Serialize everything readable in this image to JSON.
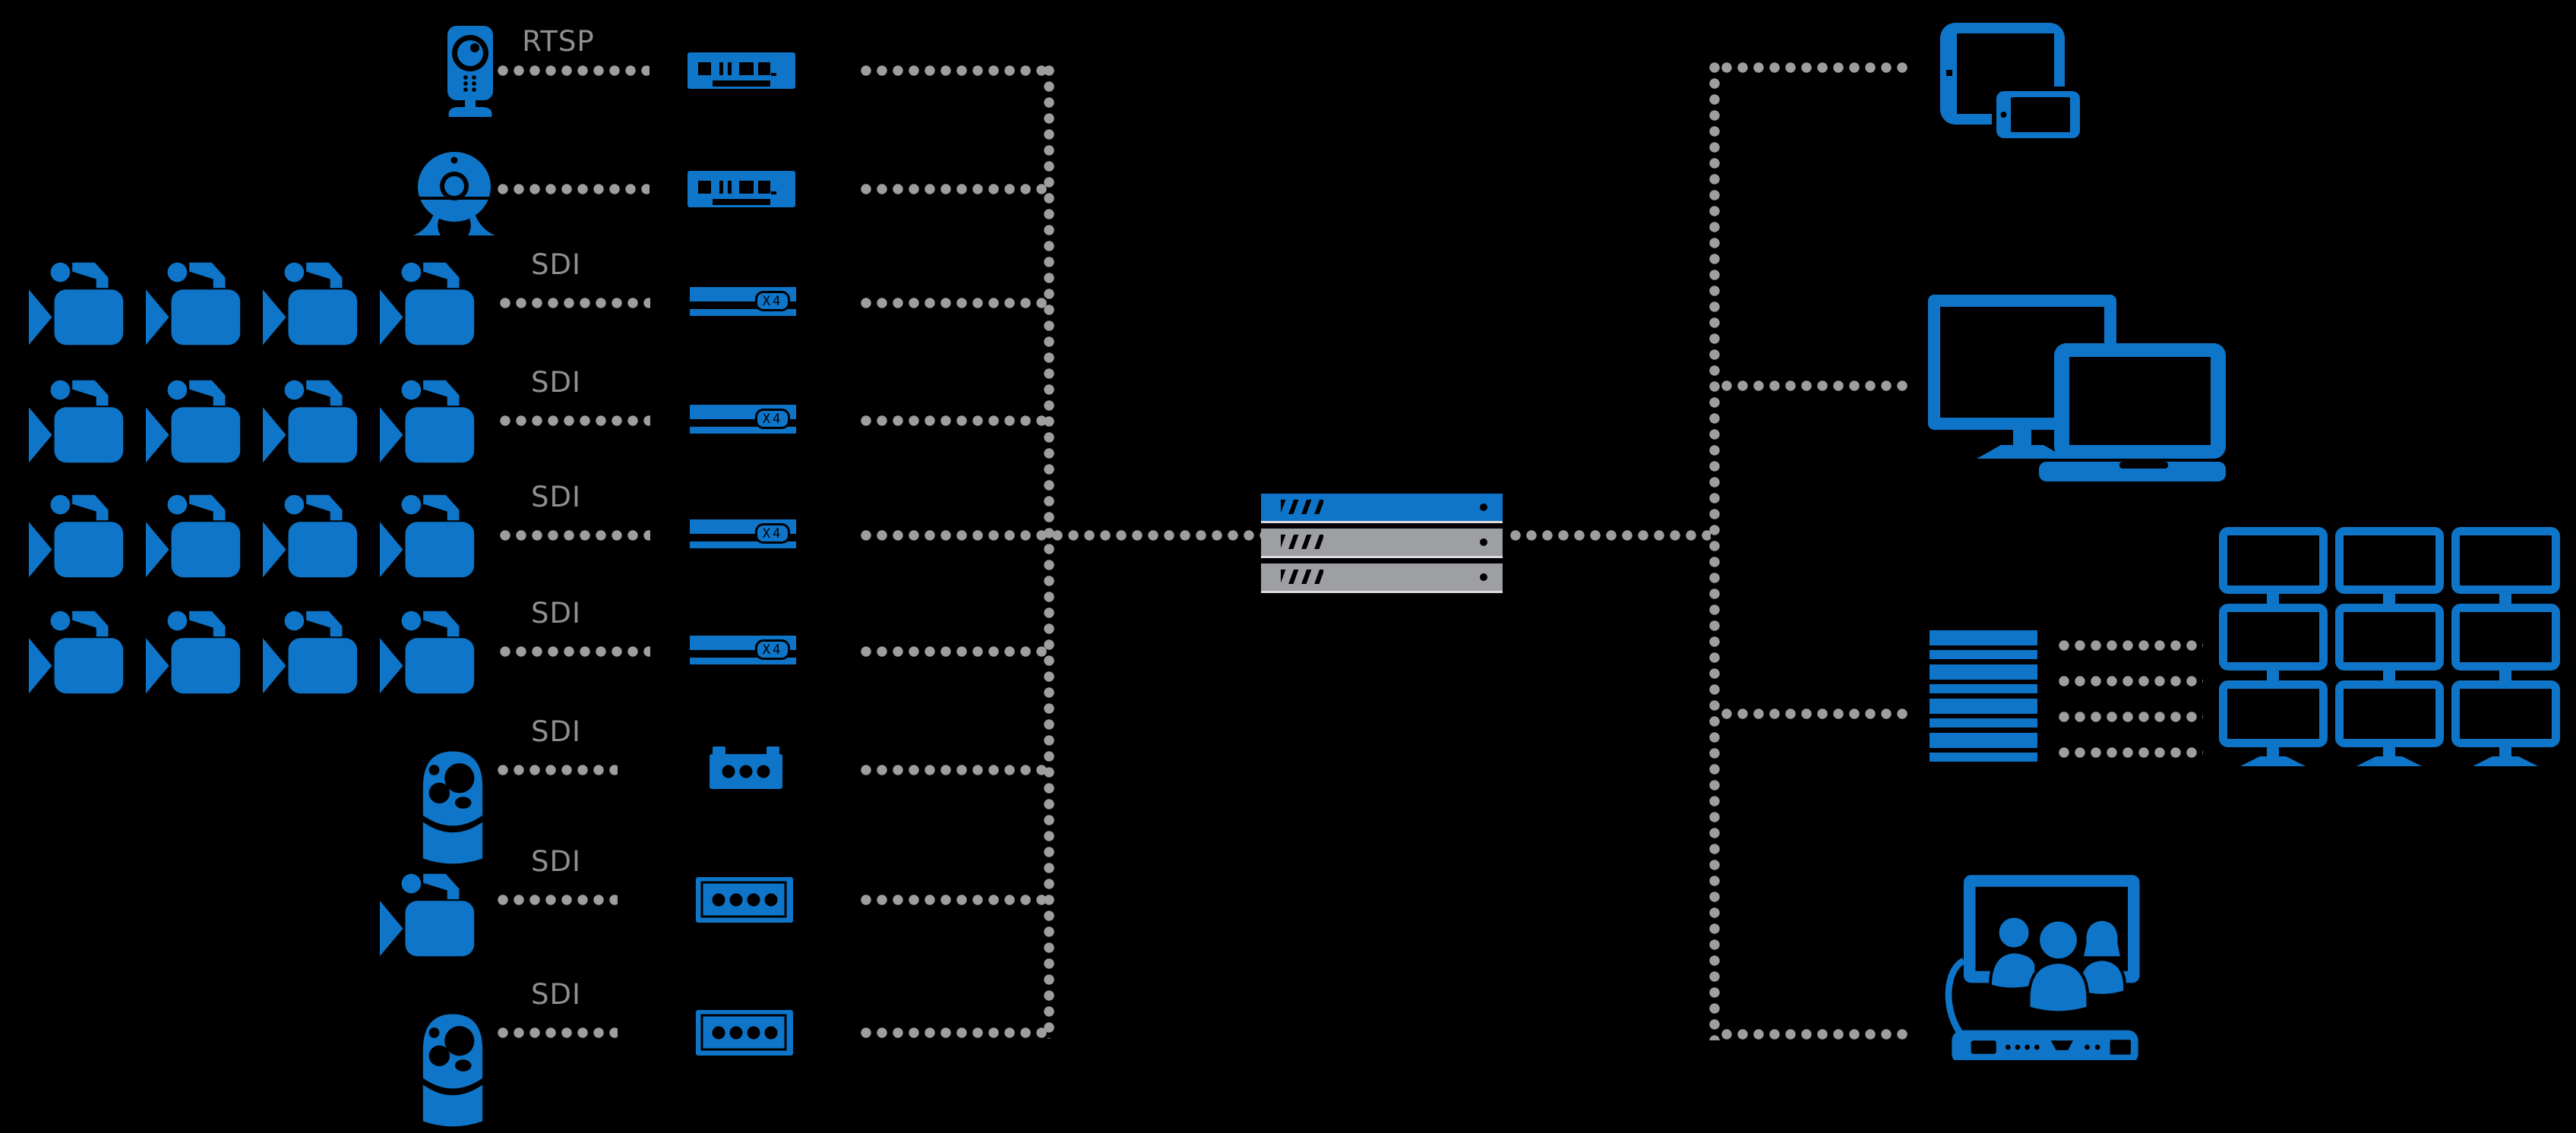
{
  "title": "video-streaming-system-diagram",
  "colors": {
    "background": "#000000",
    "accent": "#0e75c8",
    "connector": "#9e9e9e",
    "label": "#8d9093",
    "server_gray": "#9d9fa2",
    "detail": "#000000"
  },
  "sources": [
    {
      "name": "ip-camera",
      "protocol_label": "RTSP",
      "device": "rackmount-encoder"
    },
    {
      "name": "webcam",
      "protocol_label": "",
      "device": "rackmount-encoder"
    },
    {
      "name": "sdi-camera-group-1",
      "cameras": 4,
      "protocol_label": "SDI",
      "device": "x4-rack-encoder",
      "device_badge": "X4"
    },
    {
      "name": "sdi-camera-group-2",
      "cameras": 4,
      "protocol_label": "SDI",
      "device": "x4-rack-encoder",
      "device_badge": "X4"
    },
    {
      "name": "sdi-camera-group-3",
      "cameras": 4,
      "protocol_label": "SDI",
      "device": "x4-rack-encoder",
      "device_badge": "X4"
    },
    {
      "name": "sdi-camera-group-4",
      "cameras": 4,
      "protocol_label": "SDI",
      "device": "x4-rack-encoder",
      "device_badge": "X4"
    },
    {
      "name": "ptz-dome-camera-1",
      "protocol_label": "SDI",
      "device": "compact-encoder-3port"
    },
    {
      "name": "camcorder",
      "protocol_label": "SDI",
      "device": "compact-encoder-4port"
    },
    {
      "name": "ptz-dome-camera-2",
      "protocol_label": "SDI",
      "device": "compact-encoder-4port"
    }
  ],
  "core": {
    "name": "streaming-server-stack",
    "units": [
      "blue",
      "gray",
      "gray"
    ]
  },
  "outputs": [
    {
      "name": "tablet-and-phone"
    },
    {
      "name": "desktop-and-laptop"
    },
    {
      "name": "decoder-stack-and-video-wall",
      "wall_rows": 3,
      "wall_cols": 3,
      "decoder_links": 4
    },
    {
      "name": "video-conference-system"
    }
  ]
}
